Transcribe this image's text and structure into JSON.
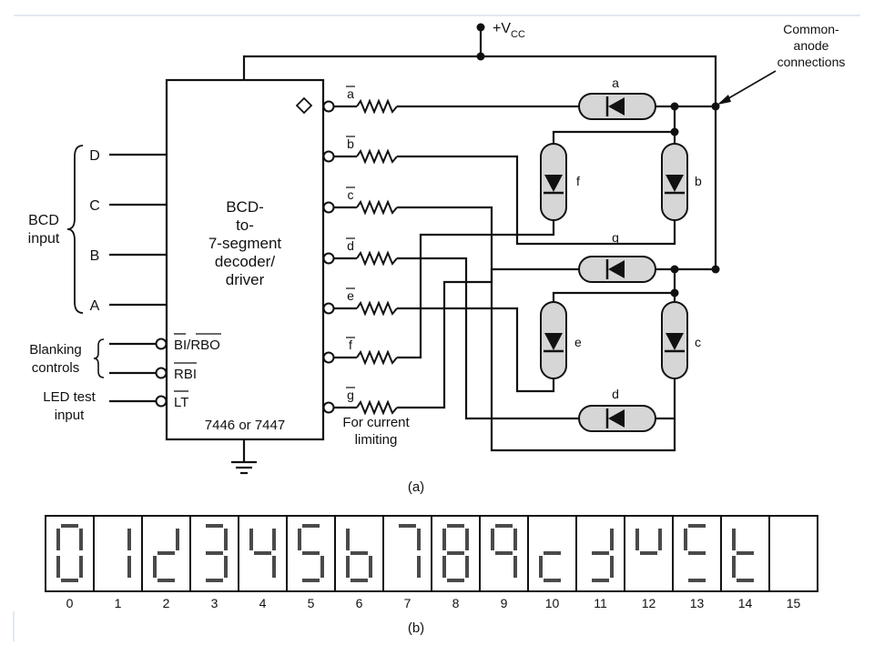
{
  "circuit": {
    "supply_label": "+V",
    "supply_sub": "CC",
    "callout": [
      "Common-",
      "anode",
      "connections"
    ],
    "chip_title": [
      "BCD-",
      "to-",
      "7-segment",
      "decoder/",
      "driver"
    ],
    "chip_part": "7446 or 7447",
    "bcd_inputs": [
      "D",
      "C",
      "B",
      "A"
    ],
    "bcd_label": [
      "BCD",
      "input"
    ],
    "control_pins": [
      "BI/RBO",
      "RBI",
      "LT"
    ],
    "blanking_label": [
      "Blanking",
      "controls"
    ],
    "led_test_label": [
      "LED test",
      "input"
    ],
    "output_pins": [
      "a",
      "b",
      "c",
      "d",
      "e",
      "f",
      "g"
    ],
    "segment_names": [
      "a",
      "b",
      "c",
      "d",
      "e",
      "f",
      "g"
    ],
    "resistor_note": [
      "For current",
      "limiting"
    ],
    "caption": "(a)"
  },
  "display": {
    "numbers": [
      "0",
      "1",
      "2",
      "3",
      "4",
      "5",
      "6",
      "7",
      "8",
      "9",
      "10",
      "11",
      "12",
      "13",
      "14",
      "15"
    ],
    "caption": "(b)"
  }
}
